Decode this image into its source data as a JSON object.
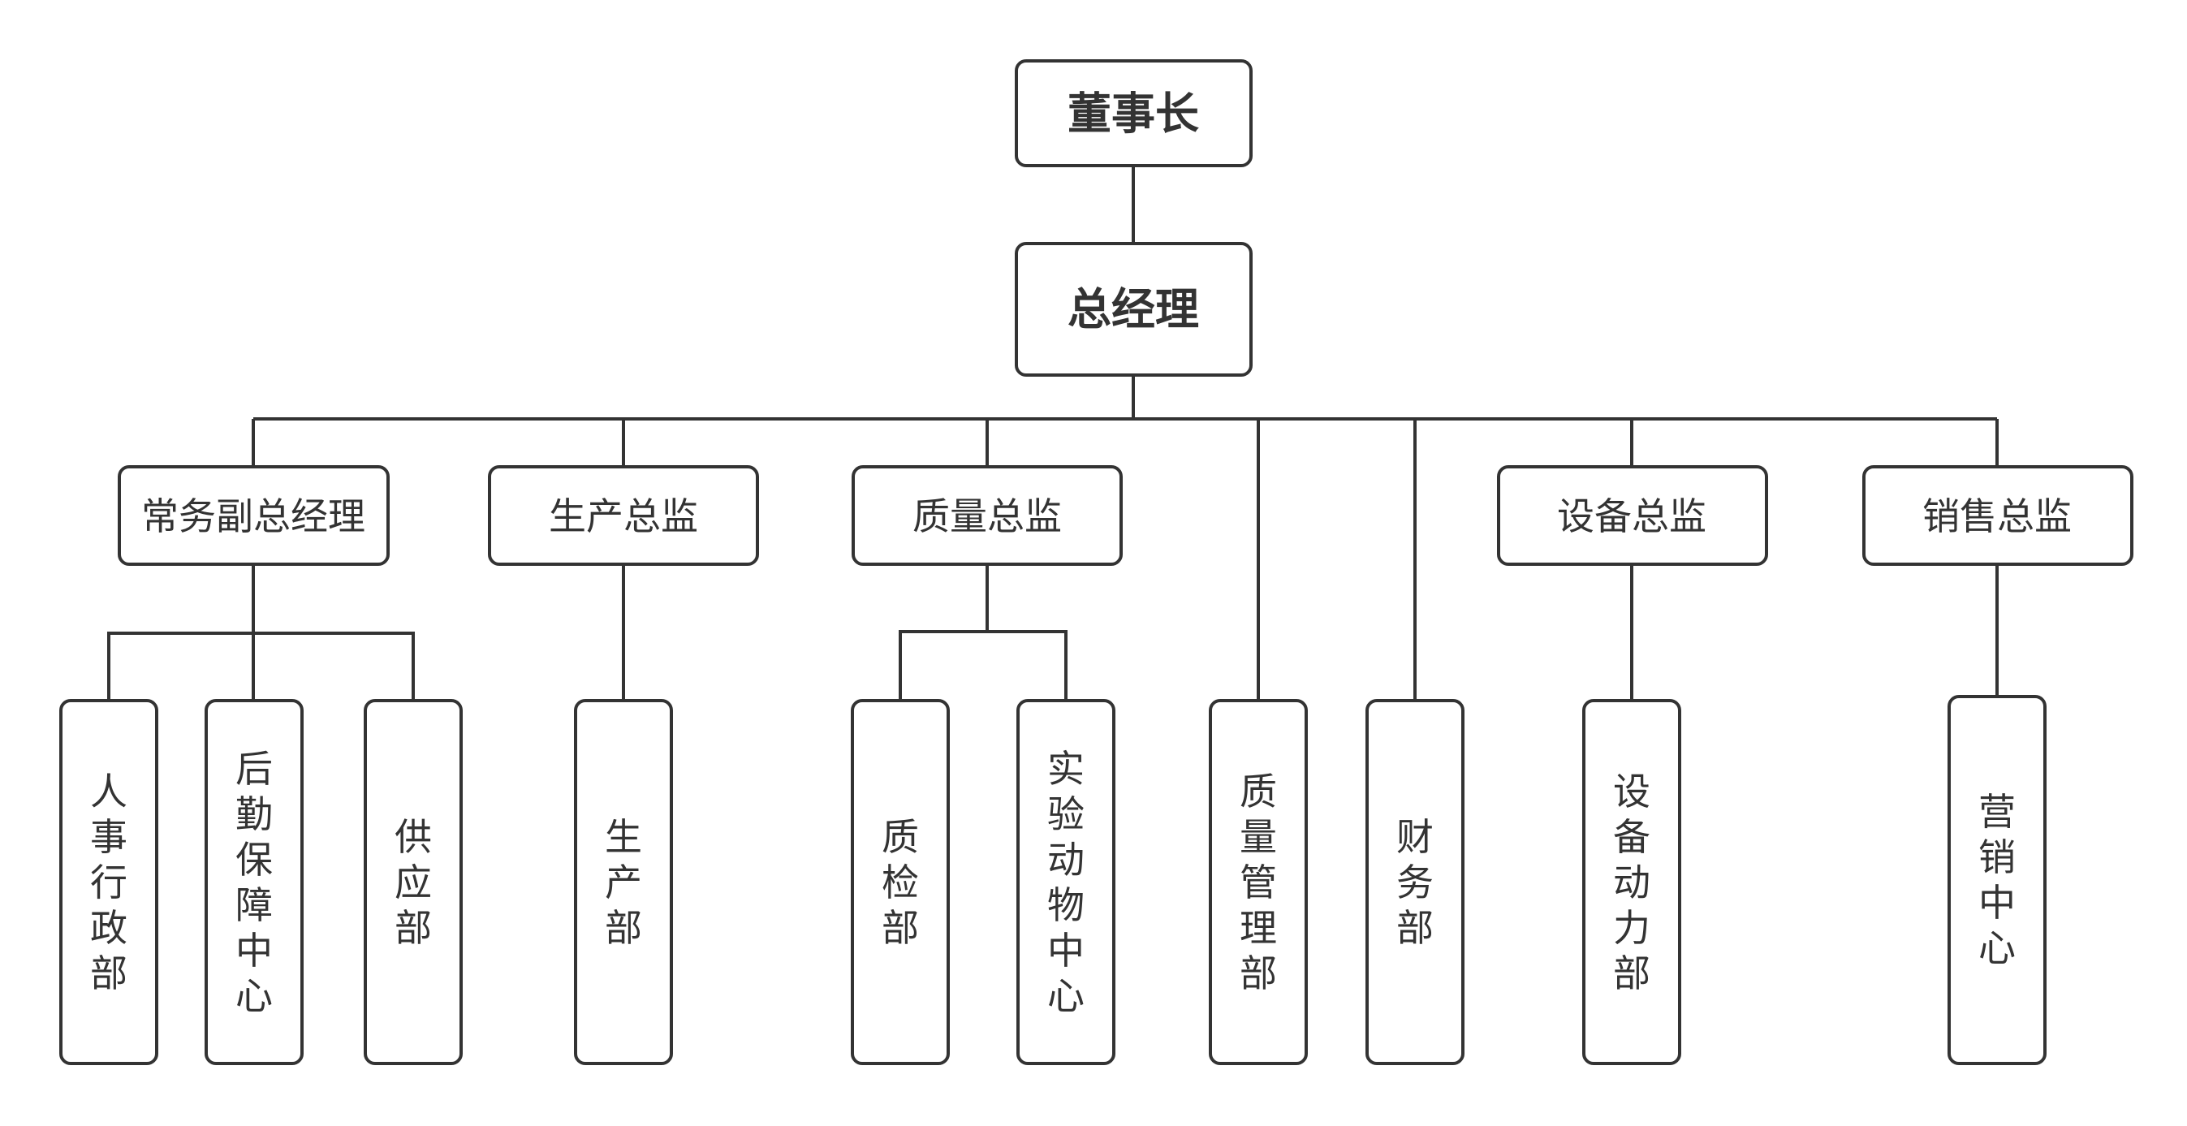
{
  "nodes": {
    "chairman": "董事长",
    "ceo": "总经理",
    "vp": "常务副总经理",
    "prod_dir": "生产总监",
    "qual_dir": "质量总监",
    "equip_dir": "设备总监",
    "sales_dir": "销售总监",
    "hr": "人事行政部",
    "logistics": "后勤保障中心",
    "supply": "供应部",
    "production": "生产部",
    "qc": "质检部",
    "lab": "实验动物中心",
    "qm": "质量管理部",
    "finance": "财务部",
    "power": "设备动力部",
    "marketing": "营销中心"
  }
}
